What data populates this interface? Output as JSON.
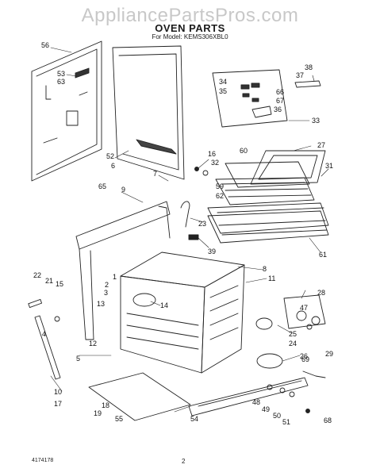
{
  "watermark": "AppliancePartsPros.com",
  "title": "OVEN PARTS",
  "subtitle": "For Model: KEMS306XBL0",
  "footer": {
    "doc_number": "4174178",
    "page": "2"
  },
  "callouts": [
    {
      "id": "c56",
      "label": "56"
    },
    {
      "id": "c53",
      "label": "53"
    },
    {
      "id": "c63",
      "label": "63"
    },
    {
      "id": "c52",
      "label": "52"
    },
    {
      "id": "c6",
      "label": "6"
    },
    {
      "id": "c7",
      "label": "7"
    },
    {
      "id": "c16",
      "label": "16"
    },
    {
      "id": "c32",
      "label": "32"
    },
    {
      "id": "c38",
      "label": "38"
    },
    {
      "id": "c37",
      "label": "37"
    },
    {
      "id": "c34",
      "label": "34"
    },
    {
      "id": "c35",
      "label": "35"
    },
    {
      "id": "c66",
      "label": "66"
    },
    {
      "id": "c67",
      "label": "67"
    },
    {
      "id": "c36",
      "label": "36"
    },
    {
      "id": "c33",
      "label": "33"
    },
    {
      "id": "c60",
      "label": "60"
    },
    {
      "id": "c27",
      "label": "27"
    },
    {
      "id": "c31",
      "label": "31"
    },
    {
      "id": "c59",
      "label": "59"
    },
    {
      "id": "c62",
      "label": "62"
    },
    {
      "id": "c65",
      "label": "65"
    },
    {
      "id": "c9",
      "label": "9"
    },
    {
      "id": "c23",
      "label": "23"
    },
    {
      "id": "c61",
      "label": "61"
    },
    {
      "id": "c39",
      "label": "39"
    },
    {
      "id": "c3",
      "label": "3"
    },
    {
      "id": "c8",
      "label": "8"
    },
    {
      "id": "c11",
      "label": "11"
    },
    {
      "id": "c22",
      "label": "22"
    },
    {
      "id": "c21",
      "label": "21"
    },
    {
      "id": "c15",
      "label": "15"
    },
    {
      "id": "c2",
      "label": "2"
    },
    {
      "id": "c1",
      "label": "1"
    },
    {
      "id": "c13",
      "label": "13"
    },
    {
      "id": "c14",
      "label": "14"
    },
    {
      "id": "c28",
      "label": "28"
    },
    {
      "id": "c47",
      "label": "47"
    },
    {
      "id": "c4",
      "label": "4"
    },
    {
      "id": "c12",
      "label": "12"
    },
    {
      "id": "c25",
      "label": "25"
    },
    {
      "id": "c24",
      "label": "24"
    },
    {
      "id": "c26",
      "label": "26"
    },
    {
      "id": "c29",
      "label": "29"
    },
    {
      "id": "c5",
      "label": "5"
    },
    {
      "id": "c69",
      "label": "69"
    },
    {
      "id": "c10",
      "label": "10"
    },
    {
      "id": "c17",
      "label": "17"
    },
    {
      "id": "c18",
      "label": "18"
    },
    {
      "id": "c19",
      "label": "19"
    },
    {
      "id": "c55",
      "label": "55"
    },
    {
      "id": "c54",
      "label": "54"
    },
    {
      "id": "c48",
      "label": "48"
    },
    {
      "id": "c49",
      "label": "49"
    },
    {
      "id": "c50",
      "label": "50"
    },
    {
      "id": "c51",
      "label": "51"
    },
    {
      "id": "c68",
      "label": "68"
    }
  ]
}
